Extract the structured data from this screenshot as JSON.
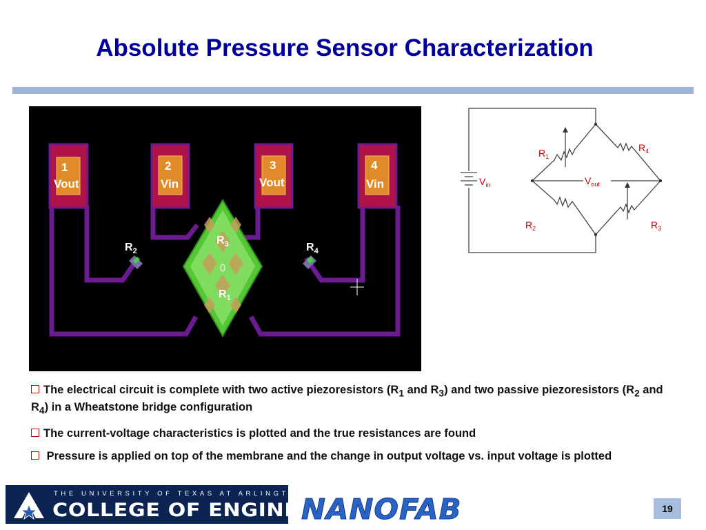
{
  "slide": {
    "title": "Absolute Pressure Sensor Characterization",
    "page_number": "19"
  },
  "layout": {
    "pads": [
      {
        "num": "1",
        "label": "Vout"
      },
      {
        "num": "2",
        "label": "Vin"
      },
      {
        "num": "3",
        "label": "Vout"
      },
      {
        "num": "4",
        "label": "Vin"
      }
    ],
    "resistors": {
      "r1": "1",
      "r2": "2",
      "r3": "3",
      "r4": "4"
    },
    "resistor_prefix": "R"
  },
  "circuit": {
    "labels": {
      "r1": {
        "main": "R",
        "sub": "1"
      },
      "r2": {
        "main": "R",
        "sub": "2"
      },
      "r3": {
        "main": "R",
        "sub": "3"
      },
      "r4": {
        "main": "R",
        "sub": "4"
      },
      "vin": {
        "main": "V",
        "sub": "in"
      },
      "vout": {
        "main": "V",
        "sub": "out"
      }
    },
    "label_color": "#cc0000"
  },
  "bullets": {
    "b1": {
      "t1": "The electrical circuit is complete with two active piezoresistors (R",
      "s1": "1",
      "t2": " and R",
      "s2": "3",
      "t3": ") and two passive piezoresistors (R",
      "s3": "2",
      "t4": " and R",
      "s4": "4",
      "t5": ") in a Wheatstone bridge configuration"
    },
    "b2": "The current-voltage characteristics is plotted and the true resistances are found",
    "b3": " Pressure is applied on top of the membrane and the change in output voltage  vs. input voltage is plotted"
  },
  "footer": {
    "university": "THE UNIVERSITY OF TEXAS AT ARLINGTON",
    "college": "COLLEGE OF ENGINEERING",
    "lab": "NANOFAB"
  },
  "colors": {
    "title": "#000099",
    "trace": "#6b1a8f",
    "pad": "#b0124a",
    "pad_inner": "#e08a2a",
    "diamond": "#55c636",
    "bullet_box": "#cc0000",
    "accent_bar": "#9db3d7"
  }
}
